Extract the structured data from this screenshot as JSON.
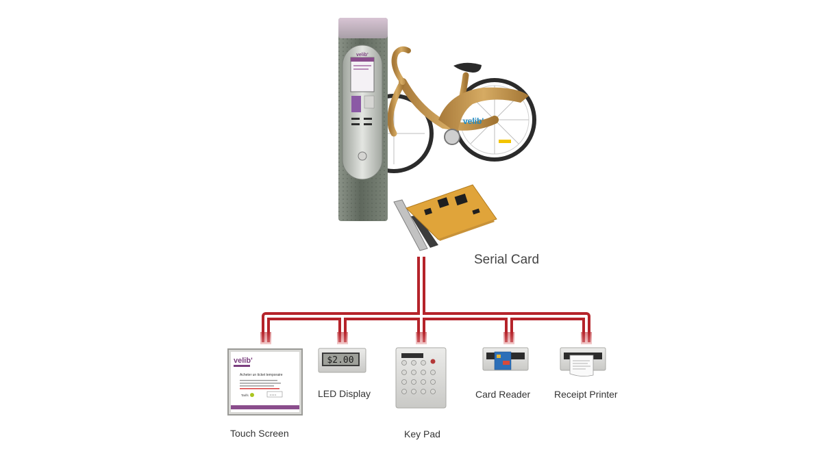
{
  "labels": {
    "serial_card": "Serial Card",
    "touch_screen": "Touch Screen",
    "led_display": "LED Display",
    "key_pad": "Key Pad",
    "card_reader": "Card Reader",
    "receipt_printer": "Receipt Printer"
  },
  "led_value": "$2.00",
  "kiosk_screen_brand": "velib'",
  "bike_brand": "velib'",
  "touch_screen_content": {
    "brand": "velib'",
    "title": "Acheter un ticket temporaire",
    "button": "Tarifs",
    "field": "• • • •"
  },
  "colors": {
    "connector": "#b5232a",
    "connector_light": "#e48d90",
    "kiosk_body": "#6c756a",
    "bike_frame": "#c99a52",
    "pcb": "#e0a43a"
  }
}
